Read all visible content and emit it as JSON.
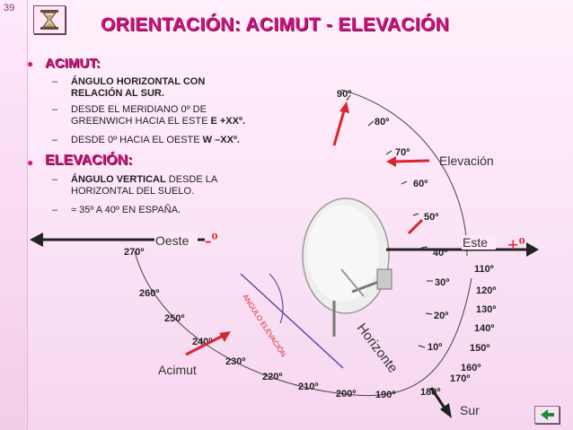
{
  "slide_number": "39",
  "title": "ORIENTACIÓN: ACIMUT - ELEVACIÓN",
  "sections": [
    {
      "heading": "ACIMUT:",
      "items": [
        {
          "bold": "ÁNGULO HORIZONTAL CON",
          "bold2": "RELACIÓN AL SUR."
        },
        {
          "line1": "DESDE EL MERIDIANO 0º DE",
          "line2": "GREENWICH HACIA EL ESTE ",
          "line2_bold": "E +XXº."
        },
        {
          "line1": "DESDE 0º HACIA EL OESTE ",
          "line1_bold": "W  –XXº."
        }
      ]
    },
    {
      "heading": "ELEVACIÓN:",
      "items": [
        {
          "bold": "ÁNGULO VERTICAL",
          "rest": " DESDE LA",
          "line2": "HORIZONTAL DEL SUELO."
        },
        {
          "line1": "≈ 35º A 40º EN ESPAÑA."
        }
      ]
    }
  ],
  "diagram": {
    "elevation_ticks": [
      "90º",
      "80º",
      "70º",
      "60º",
      "50º",
      "40º",
      "30º",
      "20º",
      "10º"
    ],
    "east_ticks": [
      "110º",
      "120º",
      "130º",
      "140º",
      "150º",
      "160º",
      "170º",
      "180º"
    ],
    "west_ticks": [
      "270º",
      "260º",
      "250º",
      "240º",
      "230º",
      "220º",
      "210º",
      "200º",
      "190º"
    ],
    "labels": {
      "elevacion": "Elevación",
      "oeste": "Oeste",
      "este": "Este",
      "minus": "-º",
      "plus": "+º",
      "angulo": "ÁNGULO ELEVACIÓN",
      "horizonte": "Horizonte",
      "acimut": "Acimut",
      "sur": "Sur"
    }
  },
  "colors": {
    "title": "#c8147a",
    "accent_red": "#d8262e",
    "arrow": "#333333"
  }
}
